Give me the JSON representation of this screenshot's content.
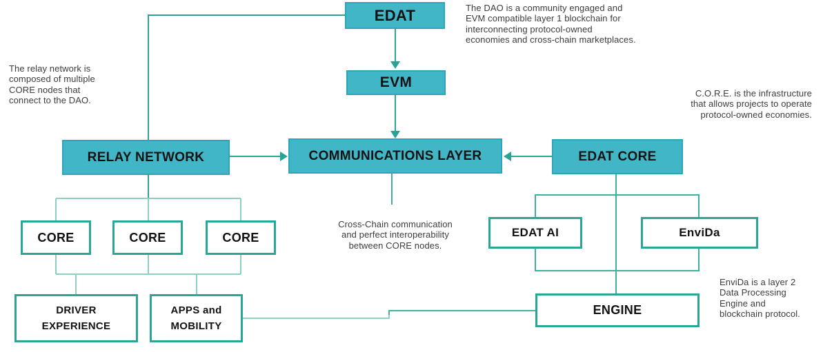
{
  "diagram": {
    "title": "EDAT protocol architecture diagram",
    "nodes": {
      "edat": {
        "label": "EDAT"
      },
      "evm": {
        "label": "EVM"
      },
      "relay": {
        "label": "RELAY NETWORK"
      },
      "comm": {
        "label": "COMMUNICATIONS LAYER"
      },
      "edatcore": {
        "label": "EDAT CORE"
      },
      "core1": {
        "label": "CORE"
      },
      "core2": {
        "label": "CORE"
      },
      "core3": {
        "label": "CORE"
      },
      "edatai": {
        "label": "EDAT AI"
      },
      "envida": {
        "label": "EnviDa"
      },
      "driver": {
        "label": "DRIVER\nEXPERIENCE"
      },
      "apps": {
        "label": "APPS and\nMOBILITY"
      },
      "engine": {
        "label": "ENGINE"
      }
    },
    "annotations": {
      "dao": [
        "The DAO is a community engaged and",
        "EVM compatible layer 1 blockchain for",
        "interconnecting protocol-owned",
        "economies and cross-chain marketplaces."
      ],
      "relay": [
        "The relay network is",
        "composed of multiple",
        "CORE nodes that",
        "connect to the DAO."
      ],
      "core": [
        "C.O.R.E. is the infrastructure",
        "that allows projects to operate",
        "protocol-owned economies."
      ],
      "comm": [
        "Cross-Chain communication",
        "and perfect interoperability",
        "between CORE nodes."
      ],
      "envida": [
        "EnviDa is a layer 2",
        "Data Processing",
        "Engine and",
        "blockchain protocol."
      ]
    },
    "colors": {
      "box_fill": "#41b6c6",
      "box_fill_border": "#2ba6b8",
      "box_outline_border": "#29a795",
      "line_dark": "#2aa396",
      "line_medium": "#3db1a1",
      "line_light": "#8fcfc2",
      "text": "#121212",
      "note_text": "#3c3c3c"
    }
  }
}
